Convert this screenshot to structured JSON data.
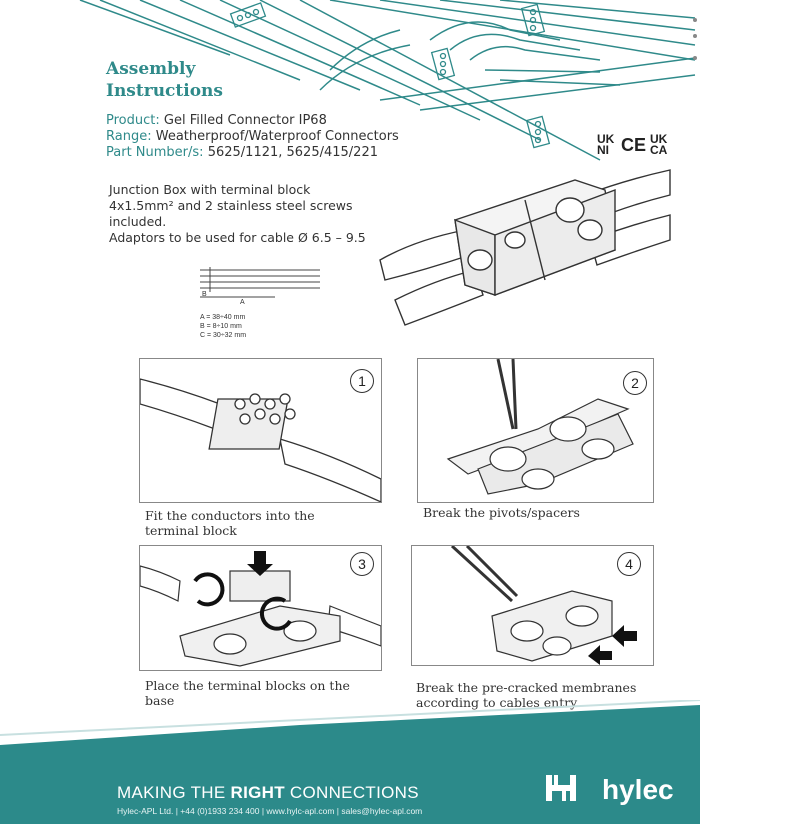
{
  "header": {
    "title_line1": "Assembly",
    "title_line2": "Instructions",
    "product_label": "Product:",
    "product_value": "Gel Filled Connector IP68",
    "range_label": "Range:",
    "range_value": "Weatherproof/Waterproof Connectors",
    "part_label": "Part Number/s:",
    "part_value": "5625/1121, 5625/415/221"
  },
  "certifications": {
    "ukni": "UK NI",
    "ce": "CE",
    "ukca": "UK CA"
  },
  "intro": {
    "line1": "Junction Box with terminal block",
    "line2": "4x1.5mm² and 2 stainless steel screws",
    "line3": "included.",
    "line4": "Adaptors to be used for cable Ø 6.5 – 9.5"
  },
  "strip_diagram": {
    "label_b": "B",
    "label_a": "A",
    "spec_a": "A = 38÷40 mm",
    "spec_b": "B = 8÷10 mm",
    "spec_c": "C = 30÷32 mm"
  },
  "steps": [
    {
      "number": "1",
      "caption_line1": "Fit the conductors into the",
      "caption_line2": "terminal block"
    },
    {
      "number": "2",
      "caption_line1": "Break the pivots/spacers",
      "caption_line2": ""
    },
    {
      "number": "3",
      "caption_line1": "Place the terminal blocks on the",
      "caption_line2": "base"
    },
    {
      "number": "4",
      "caption_line1": "Break the pre-cracked membranes",
      "caption_line2": "according to cables entry"
    }
  ],
  "footer": {
    "tagline_pre": "MAKING THE ",
    "tagline_bold": "RIGHT",
    "tagline_post": " CONNECTIONS",
    "contact": "Hylec-APL Ltd. | +44 (0)1933 234 400 | www.hylc-apl.com | sales@hylec-apl.com",
    "brand": "hylec"
  },
  "colors": {
    "teal": "#2a8c8c",
    "footer_bg": "#2c8a8a"
  },
  "icons": [
    "arrow-rotate-icon",
    "arrow-down-icon",
    "arrow-right-icon",
    "hylec-logo-icon"
  ]
}
